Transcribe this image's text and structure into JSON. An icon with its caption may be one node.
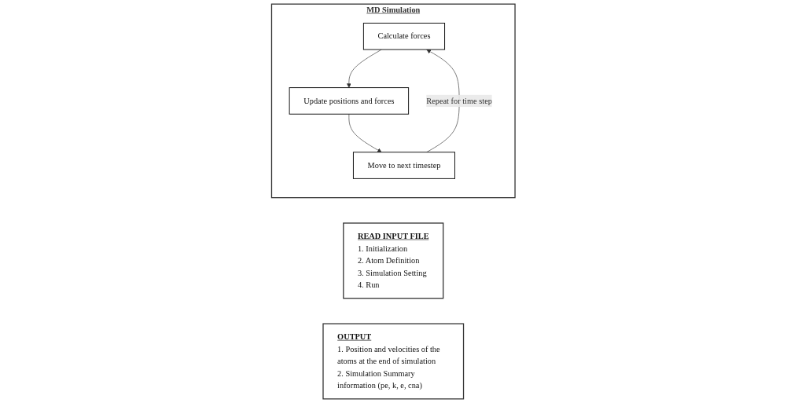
{
  "diagram": {
    "nodes": [
      {
        "text": [
          "READ INPUT FILE",
          "1. Initialization",
          "2. Atom Definition",
          "3. Simulation Setting",
          "4. Run"
        ]
      },
      {
        "text": [
          "MD Simulation"
        ]
      },
      {
        "text": [
          "Calculate forces"
        ],
        "in": 1
      },
      {
        "text": [
          "Update positions and forces"
        ],
        "in": 1
      },
      {
        "text": [
          "Move to next timestep"
        ],
        "in": 1
      },
      {
        "text": [
          "OUTPUT",
          "1. Position and velocities of the atoms at the end of simulation",
          "2. Simulation Summary information (pe, k, e, cna)"
        ]
      }
    ],
    "edges": [
      {
        "from": 2,
        "to": 3,
        "arrow": "to"
      },
      {
        "from": 3,
        "to": 4,
        "arrow": "to"
      },
      {
        "from": 4,
        "to": 2,
        "arrow": "to",
        "label": "Repeat for time step"
      }
    ]
  }
}
